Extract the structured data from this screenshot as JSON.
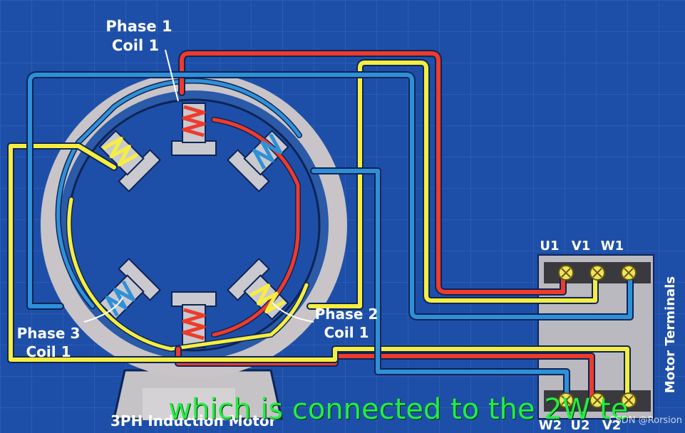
{
  "labels": {
    "phase1": [
      "Phase 1",
      "Coil 1"
    ],
    "phase2": [
      "Phase 2",
      "Coil 1"
    ],
    "phase3": [
      "Phase 3",
      "Coil 1"
    ],
    "motor": "3PH Induction Motor",
    "box_title": "Motor Terminals",
    "top_terminals": [
      "U1",
      "V1",
      "W1"
    ],
    "bottom_terminals": [
      "W2",
      "U2",
      "V2"
    ]
  },
  "subtitle": "which is connected to the 2W te",
  "watermark": "CSDN @Rorsion",
  "colors": {
    "background": "#1e4fa8",
    "grid": "#3567c2",
    "stator": "#c8c4c8",
    "pole": "#c9c9cf",
    "red_wire": "#ee3b2b",
    "yellow_wire": "#f5ee40",
    "blue_wire": "#2f90d8",
    "wire_outline": "#0d2456",
    "terminal_screw": "#f2e45a"
  }
}
